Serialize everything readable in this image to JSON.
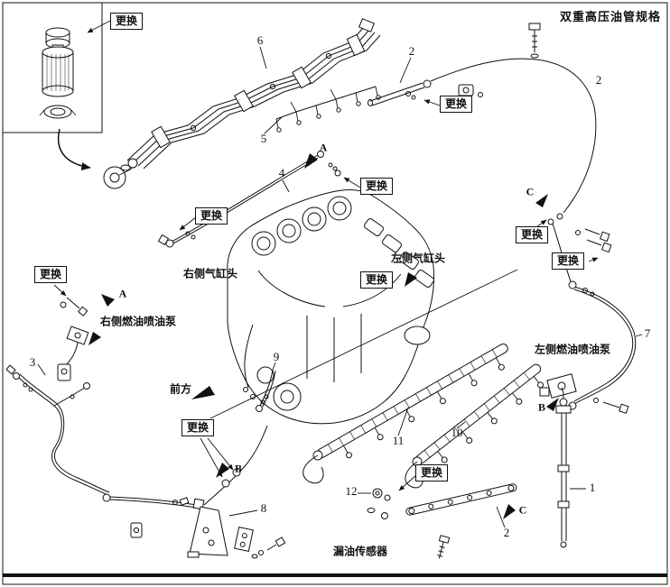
{
  "page": {
    "title": "双重高压油管规格"
  },
  "labels": {
    "replace": "更换"
  },
  "annotations": {
    "right_cylinder_head": "右侧气缸头",
    "left_cylinder_head": "左侧气缸头",
    "right_fuel_injection_pump": "右侧燃油喷油泵",
    "left_fuel_injection_pump": "左侧燃油喷油泵",
    "front": "前方",
    "oil_leak_sensor": "漏油传感器"
  },
  "part_numbers": {
    "1": "1",
    "2": "2",
    "3": "3",
    "4": "4",
    "5": "5",
    "6": "6",
    "7": "7",
    "8": "8",
    "9": "9",
    "10": "10",
    "11": "11",
    "12": "12"
  },
  "direction_letters": {
    "A": "A",
    "B": "B",
    "C": "C"
  }
}
